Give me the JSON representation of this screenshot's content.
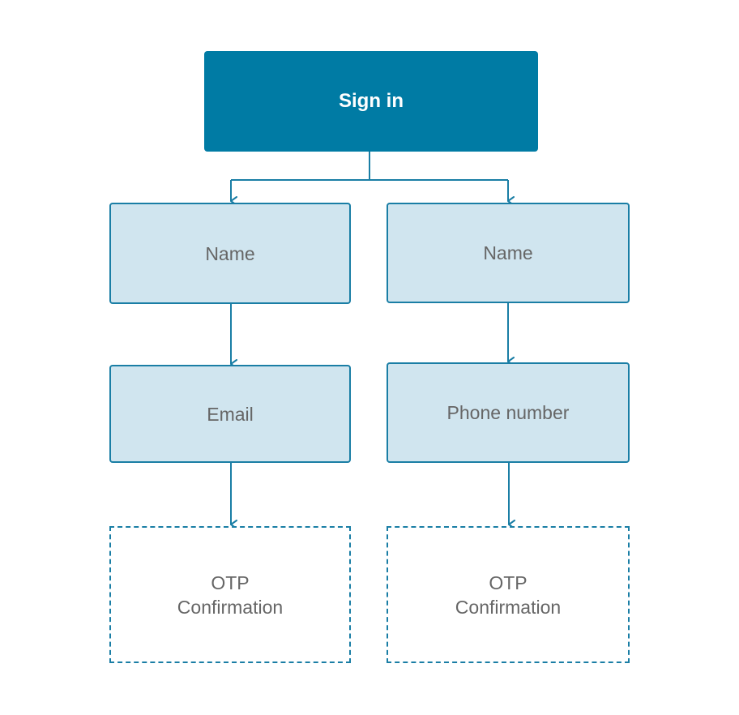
{
  "diagram": {
    "colors": {
      "root_fill": "#007ba4",
      "step_fill": "#d0e5ef",
      "stroke": "#1a7ea5",
      "text": "#666666",
      "root_text": "#ffffff"
    },
    "root": {
      "label": "Sign in"
    },
    "left_branch": {
      "name_label": "Name",
      "email_label": "Email",
      "otp_line1": "OTP",
      "otp_line2": "Confirmation"
    },
    "right_branch": {
      "name_label": "Name",
      "phone_label": "Phone number",
      "otp_line1": "OTP",
      "otp_line2": "Confirmation"
    }
  }
}
